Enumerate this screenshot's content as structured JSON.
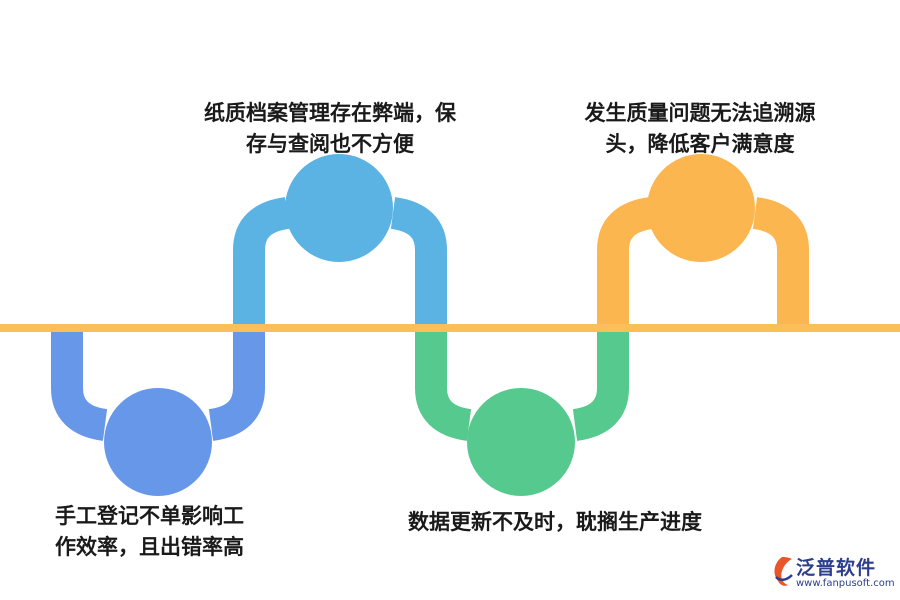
{
  "colors": {
    "axis": "#fbbf5a",
    "item1": "#6797e8",
    "item2": "#5ab3e3",
    "item3": "#56c98e",
    "item4": "#fbb650"
  },
  "items": [
    {
      "lines": [
        "手工登记不单影响工",
        "作效率，且出错率高"
      ]
    },
    {
      "lines": [
        "纸质档案管理存在弊端，保",
        "存与查阅也不方便"
      ]
    },
    {
      "lines": [
        "数据更新不及时，耽搁生产进度"
      ]
    },
    {
      "lines": [
        "发生质量问题无法追溯源",
        "头，降低客户满意度"
      ]
    }
  ],
  "logo": {
    "name": "泛普软件",
    "url": "www.fanpusoft.com",
    "icon": "fanpu-logo-icon"
  }
}
